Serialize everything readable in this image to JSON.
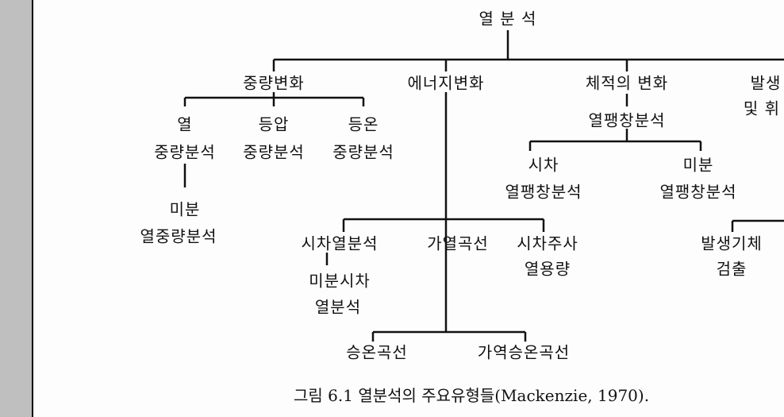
{
  "title": "열 분 석",
  "branches": {
    "mass": "중량변화",
    "energy": "에너지변화",
    "volume": "체적의 변화",
    "gas_line1": "발생",
    "gas_line2": "및 휘"
  },
  "mass_children": [
    {
      "line1": "열",
      "line2": "중량분석"
    },
    {
      "line1": "등압",
      "line2": "중량분석"
    },
    {
      "line1": "등온",
      "line2": "중량분석"
    }
  ],
  "dtg": {
    "line1": "미분",
    "line2": "열중량분석"
  },
  "energy_children": {
    "dta": "시차열분석",
    "heating": "가열곡선",
    "dsc_line1": "시차주사",
    "dsc_line2": "열용량",
    "ddta_line1": "미분시차",
    "ddta_line2": "열분석",
    "rise": "승온곡선",
    "reversible": "가역승온곡선"
  },
  "volume_children": {
    "dilatometry": "열팽창분석",
    "diff_line1": "시차",
    "diff_line2": "열팽창분석",
    "deriv_line1": "미분",
    "deriv_line2": "열팽창분석"
  },
  "gas_children": {
    "line1": "발생기체",
    "line2": "검출"
  },
  "caption": "그림 6.1  열분석의 주요유형들(Mackenzie, 1970)."
}
